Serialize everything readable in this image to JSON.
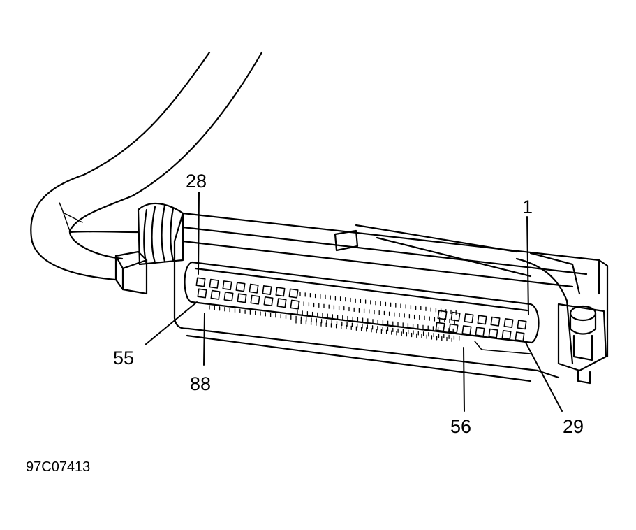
{
  "diagram": {
    "callouts": {
      "pin_28": "28",
      "pin_1": "1",
      "pin_55": "55",
      "pin_88": "88",
      "pin_56": "56",
      "pin_29": "29"
    },
    "figure_id": "97C07413"
  },
  "colors": {
    "ink": "#000000",
    "paper": "#ffffff"
  }
}
